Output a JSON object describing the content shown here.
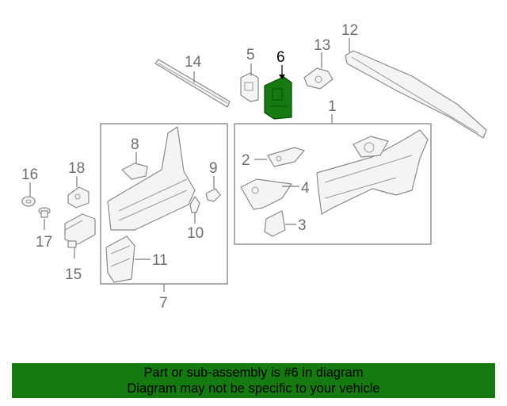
{
  "callouts": {
    "c1": "1",
    "c2": "2",
    "c3": "3",
    "c4": "4",
    "c5": "5",
    "c6": "6",
    "c7": "7",
    "c8": "8",
    "c9": "9",
    "c10": "10",
    "c11": "11",
    "c12": "12",
    "c13": "13",
    "c14": "14",
    "c15": "15",
    "c16": "16",
    "c17": "17",
    "c18": "18"
  },
  "highlight": {
    "part_number": "6",
    "color": "#157a0f"
  },
  "banner": {
    "line1": "Part or sub-assembly is #6 in diagram",
    "line2": "Diagram may not be specific to your vehicle",
    "background": "#157a0f"
  }
}
